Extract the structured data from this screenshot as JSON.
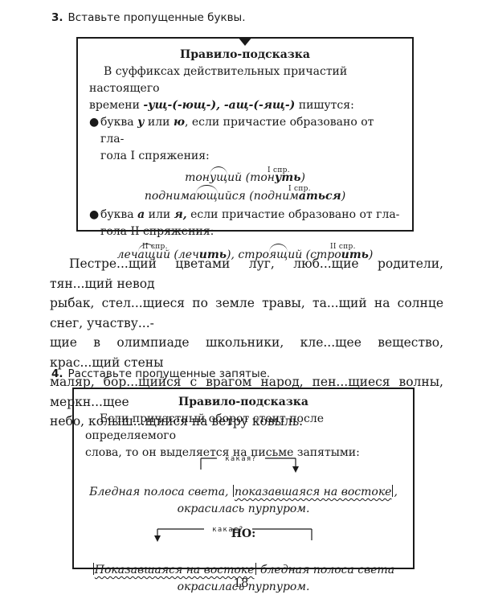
{
  "task3": {
    "number": "3.",
    "text": "Вставьте пропущенные буквы.",
    "rule": {
      "title": "Правило-подсказка",
      "intro_line1": "В суффиксах действительных причастий настоящего",
      "intro_line2_a": "времени ",
      "intro_line2_b": "-ущ-(-ющ-), -ащ-(-ящ-)",
      "intro_line2_c": " пишутся:",
      "bullet1_a": "буква ",
      "bullet1_b": "у",
      "bullet1_c": " или ",
      "bullet1_d": "ю",
      "bullet1_e": ", если причастие образовано от гла-",
      "bullet1_line2": "гола I спряжения:",
      "ex1_conj": "I спр.",
      "ex1_a": "тон",
      "ex1_b": "ущ",
      "ex1_c": "ий (тон",
      "ex1_d": "уть",
      "ex1_e": ")",
      "ex2_conj": "I спр.",
      "ex2_a": "поднима",
      "ex2_b": "ющ",
      "ex2_c": "ийся (подним",
      "ex2_d": "аться",
      "ex2_e": ")",
      "bullet2_a": "буква ",
      "bullet2_b": "а",
      "bullet2_c": " или ",
      "bullet2_d": "я,",
      "bullet2_e": " если причастие образовано от гла-",
      "bullet2_line2": "гола II спряжения:",
      "ex3_conj1": "II спр.",
      "ex3_conj2": "II спр.",
      "ex3_a": "леч",
      "ex3_b": "ащ",
      "ex3_c": "ий (леч",
      "ex3_d": "ить",
      "ex3_e": "), ",
      "ex3_f": "стро",
      "ex3_g": "ящ",
      "ex3_h": "ий (стро",
      "ex3_i": "ить",
      "ex3_j": ")"
    },
    "exercise_lines": [
      "Пестре...щий цветами луг, люб...щие родители, тян...щий невод",
      "рыбак, стел...щиеся по земле травы, та...щий на солнце снег, участву...-",
      "щие в олимпиаде школьники, кле...щее вещество, крас...щий стены",
      "маляр, бор...щийся с врагом народ, пен...щиеся волны, меркн...щее",
      "небо, колыш...щийся на ветру ковыль."
    ]
  },
  "task4": {
    "number": "4.",
    "text": "Расставьте пропущенные запятые.",
    "rule": {
      "title": "Правило-подсказка",
      "line1": "Если причастный оборот стоит после определяемого",
      "line2": "слова, то он выделяется на письме запятыми:",
      "question1": "какая?",
      "ex1_a": "Бледная полоса света, ",
      "ex1_b": "показавшаяся на востоке",
      "ex1_c": ",",
      "ex1_line2": "окрасилась пурпуром.",
      "but": "НО:",
      "question2": "какая?",
      "ex2_a": "Показавшаяся на востоке",
      "ex2_b": " бледная полоса света",
      "ex2_line2": "окрасилась пурпуром."
    }
  },
  "page_number": "18"
}
